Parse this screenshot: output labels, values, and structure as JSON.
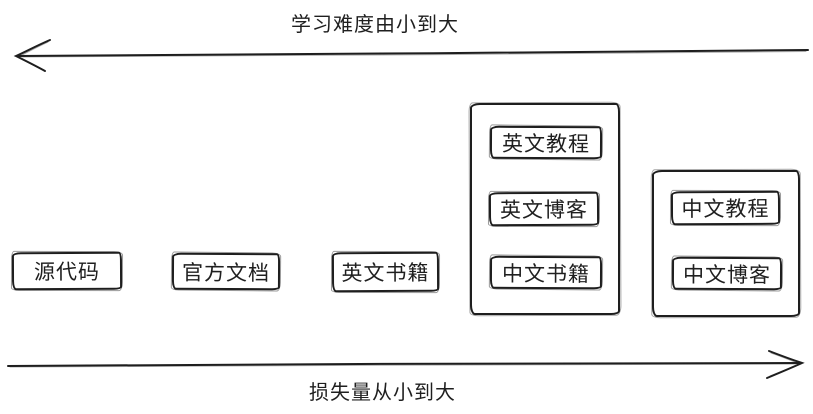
{
  "canvas": {
    "background": "#ffffff",
    "stroke_color": "#1e1e1e"
  },
  "top_arrow": {
    "label": "学习难度由小到大",
    "direction": "left"
  },
  "bottom_arrow": {
    "label": "损失量从小到大",
    "direction": "right"
  },
  "standalone_boxes": [
    {
      "label": "源代码"
    },
    {
      "label": "官方文档"
    },
    {
      "label": "英文书籍"
    }
  ],
  "groups": [
    {
      "items": [
        {
          "label": "英文教程"
        },
        {
          "label": "英文博客"
        },
        {
          "label": "中文书籍"
        }
      ]
    },
    {
      "items": [
        {
          "label": "中文教程"
        },
        {
          "label": "中文博客"
        }
      ]
    }
  ]
}
